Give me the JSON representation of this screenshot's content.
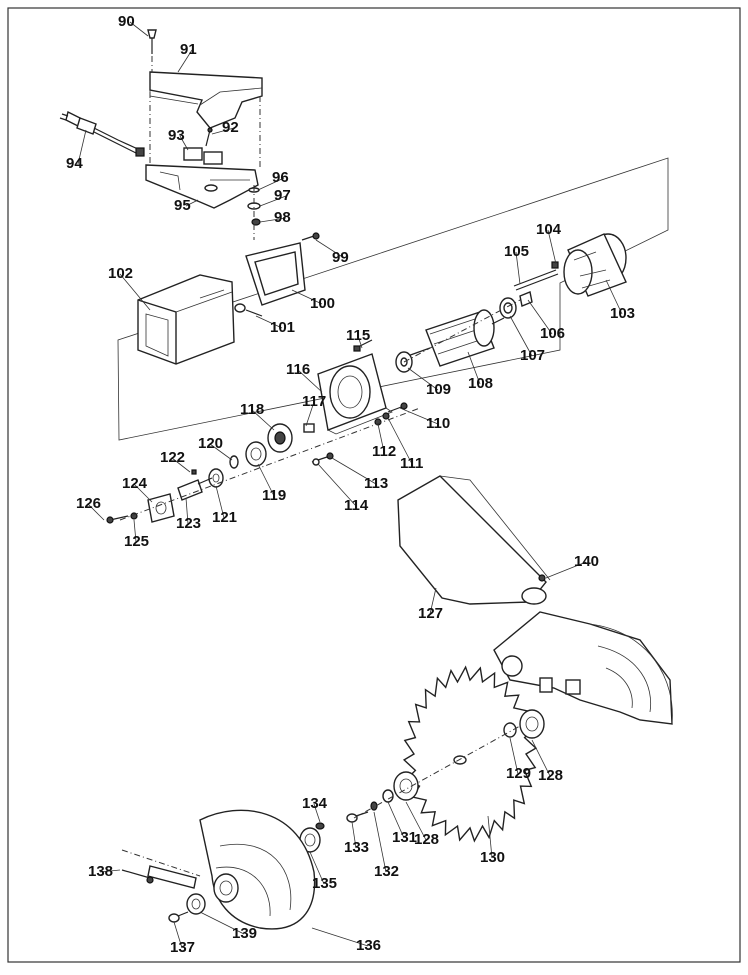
{
  "callouts": [
    {
      "n": "90"
    },
    {
      "n": "91"
    },
    {
      "n": "92"
    },
    {
      "n": "93"
    },
    {
      "n": "94"
    },
    {
      "n": "95"
    },
    {
      "n": "96"
    },
    {
      "n": "97"
    },
    {
      "n": "98"
    },
    {
      "n": "99"
    },
    {
      "n": "100"
    },
    {
      "n": "101"
    },
    {
      "n": "102"
    },
    {
      "n": "103"
    },
    {
      "n": "104"
    },
    {
      "n": "105"
    },
    {
      "n": "106"
    },
    {
      "n": "107"
    },
    {
      "n": "108"
    },
    {
      "n": "109"
    },
    {
      "n": "110"
    },
    {
      "n": "111"
    },
    {
      "n": "112"
    },
    {
      "n": "113"
    },
    {
      "n": "114"
    },
    {
      "n": "115"
    },
    {
      "n": "116"
    },
    {
      "n": "117"
    },
    {
      "n": "118"
    },
    {
      "n": "119"
    },
    {
      "n": "120"
    },
    {
      "n": "121"
    },
    {
      "n": "122"
    },
    {
      "n": "123"
    },
    {
      "n": "124"
    },
    {
      "n": "125"
    },
    {
      "n": "126"
    },
    {
      "n": "127"
    },
    {
      "n": "128"
    },
    {
      "n": "128"
    },
    {
      "n": "129"
    },
    {
      "n": "130"
    },
    {
      "n": "131"
    },
    {
      "n": "132"
    },
    {
      "n": "133"
    },
    {
      "n": "134"
    },
    {
      "n": "135"
    },
    {
      "n": "136"
    },
    {
      "n": "137"
    },
    {
      "n": "138"
    },
    {
      "n": "139"
    },
    {
      "n": "140"
    }
  ]
}
